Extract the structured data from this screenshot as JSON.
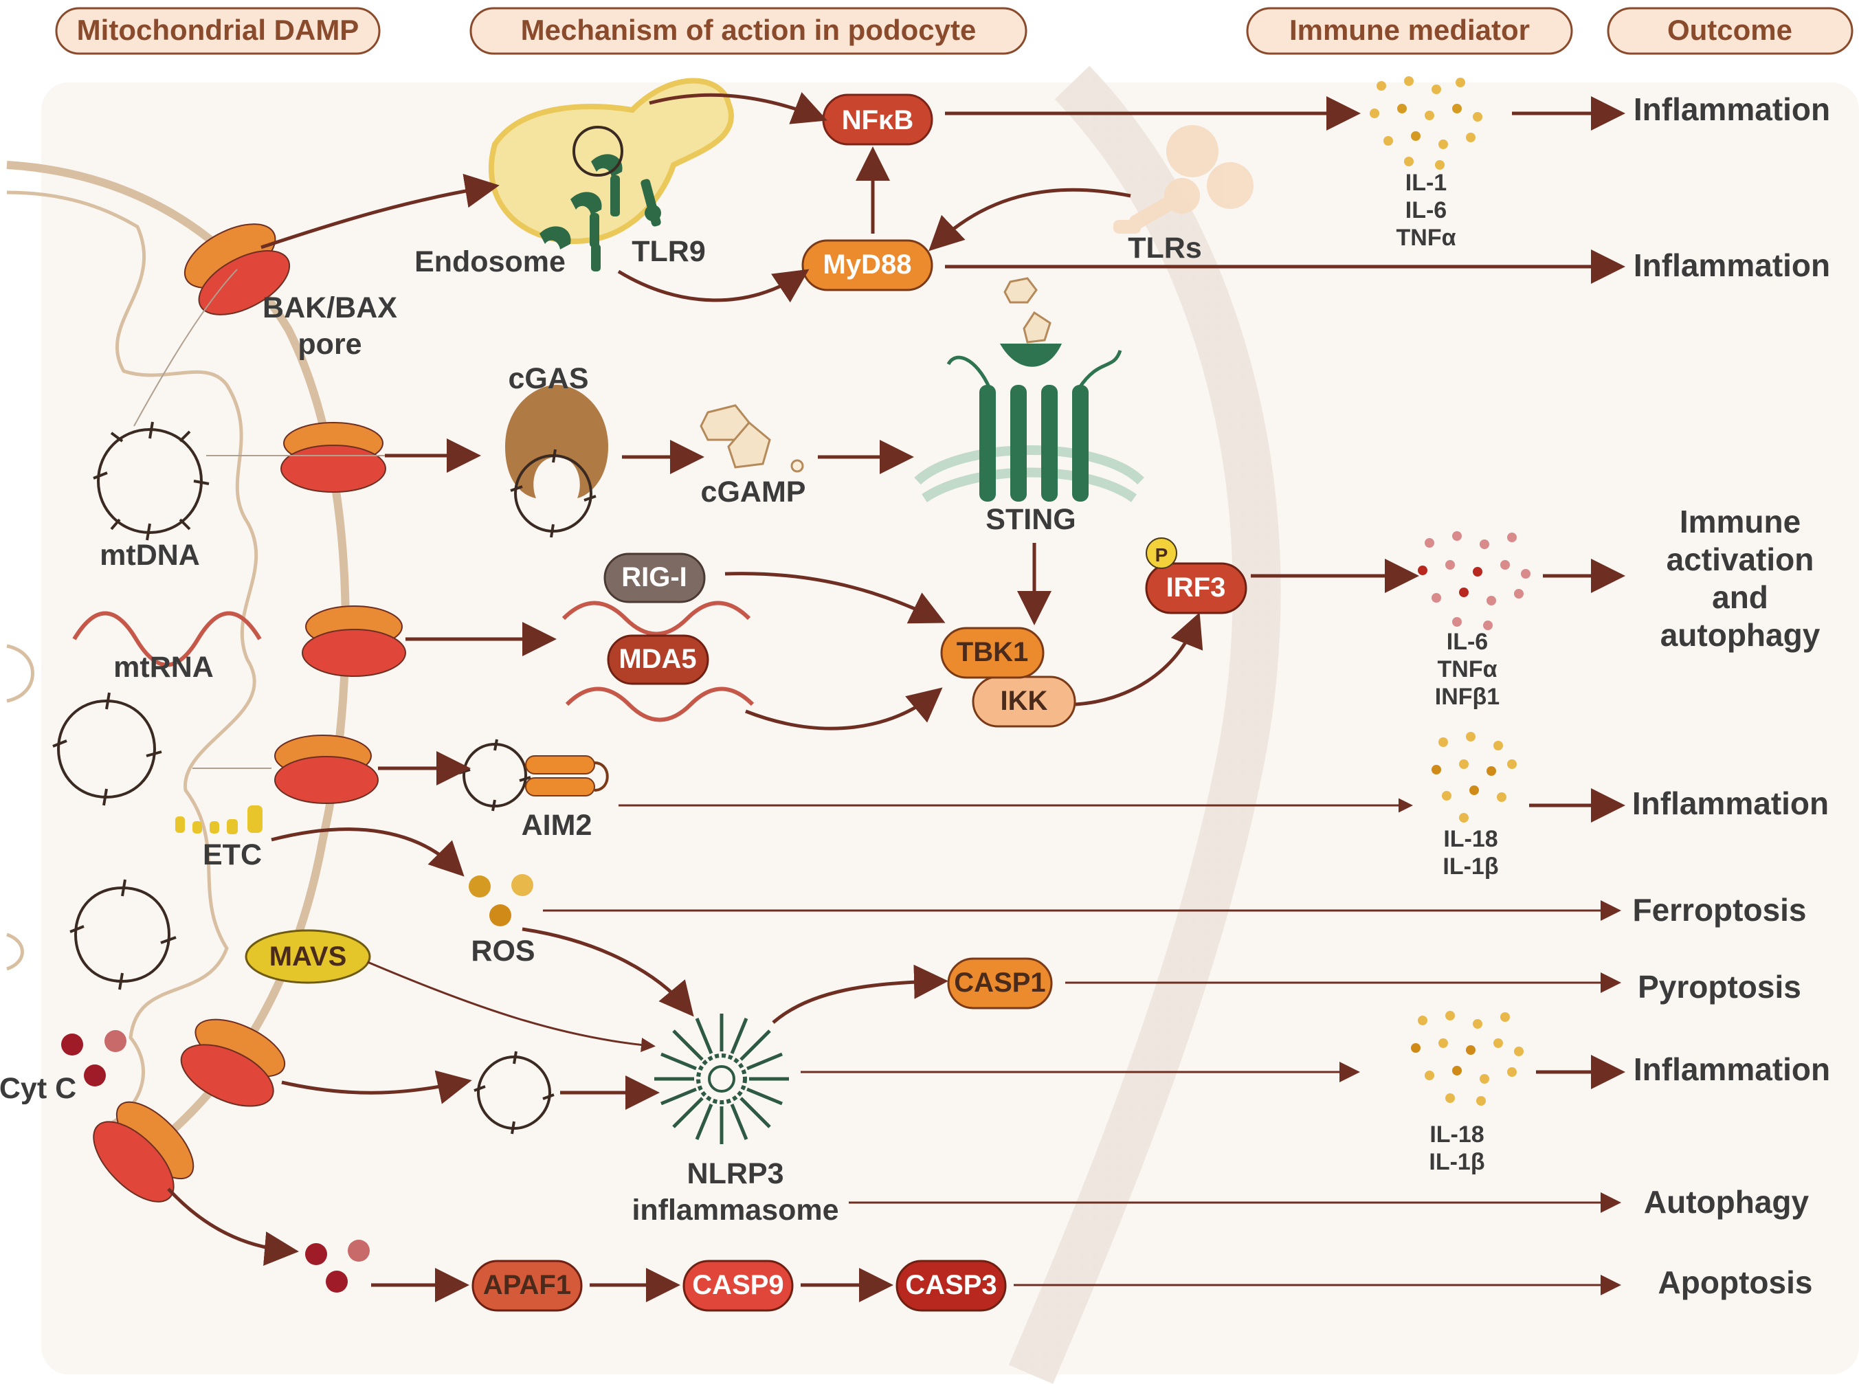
{
  "headers": {
    "damp": "Mitochondrial DAMP",
    "mechanism": "Mechanism of action in podocyte",
    "mediator": "Immune mediator",
    "outcome": "Outcome"
  },
  "damps": {
    "bak_bax_1": "BAK/BAX",
    "bak_bax_2": "pore",
    "mtdna": "mtDNA",
    "mtrna": "mtRNA",
    "etc": "ETC",
    "cytc": "Cyt C"
  },
  "mechanism": {
    "endosome": "Endosome",
    "tlr9": "TLR9",
    "tlrs": "TLRs",
    "nfkb": "NFκB",
    "myd88": "MyD88",
    "cgas": "cGAS",
    "cgamp": "cGAMP",
    "sting": "STING",
    "rigi": "RIG-I",
    "mda5": "MDA5",
    "tbk1": "TBK1",
    "ikk": "IKK",
    "irf3": "IRF3",
    "p": "P",
    "aim2": "AIM2",
    "ros": "ROS",
    "mavs": "MAVS",
    "casp1": "CASP1",
    "nlrp3_1": "NLRP3",
    "nlrp3_2": "inflammasome",
    "apaf1": "APAF1",
    "casp9": "CASP9",
    "casp3": "CASP3"
  },
  "mediators": {
    "m1": [
      "IL-1",
      "IL-6",
      "TNFα"
    ],
    "m2": [
      "IL-6",
      "TNFα",
      "INFβ1"
    ],
    "m3": [
      "IL-18",
      "IL-1β"
    ],
    "m4": [
      "IL-18",
      "IL-1β"
    ]
  },
  "outcomes": {
    "o1": "Inflammation",
    "o2": "Inflammation",
    "o3": [
      "Immune",
      "activation",
      "and",
      "autophagy"
    ],
    "o4": "Inflammation",
    "o5": "Ferroptosis",
    "o6": "Pyroptosis",
    "o7": "Inflammation",
    "o8": "Autophagy",
    "o9": "Apoptosis"
  },
  "colors": {
    "header_fill": "#fbe6d6",
    "header_stroke": "#8a4a2c",
    "arrow": "#6e2f22",
    "pore_orange": "#e98a35",
    "pore_red": "#e0463a",
    "red_pill": "#c9452e",
    "orange_pill": "#ec8a2e",
    "peach_pill": "#f6b98a",
    "grey_pill": "#7d6a63",
    "yellow_pill": "#e4c62a",
    "sting_green": "#2e7450",
    "cell_bg": "#faf6f2"
  }
}
